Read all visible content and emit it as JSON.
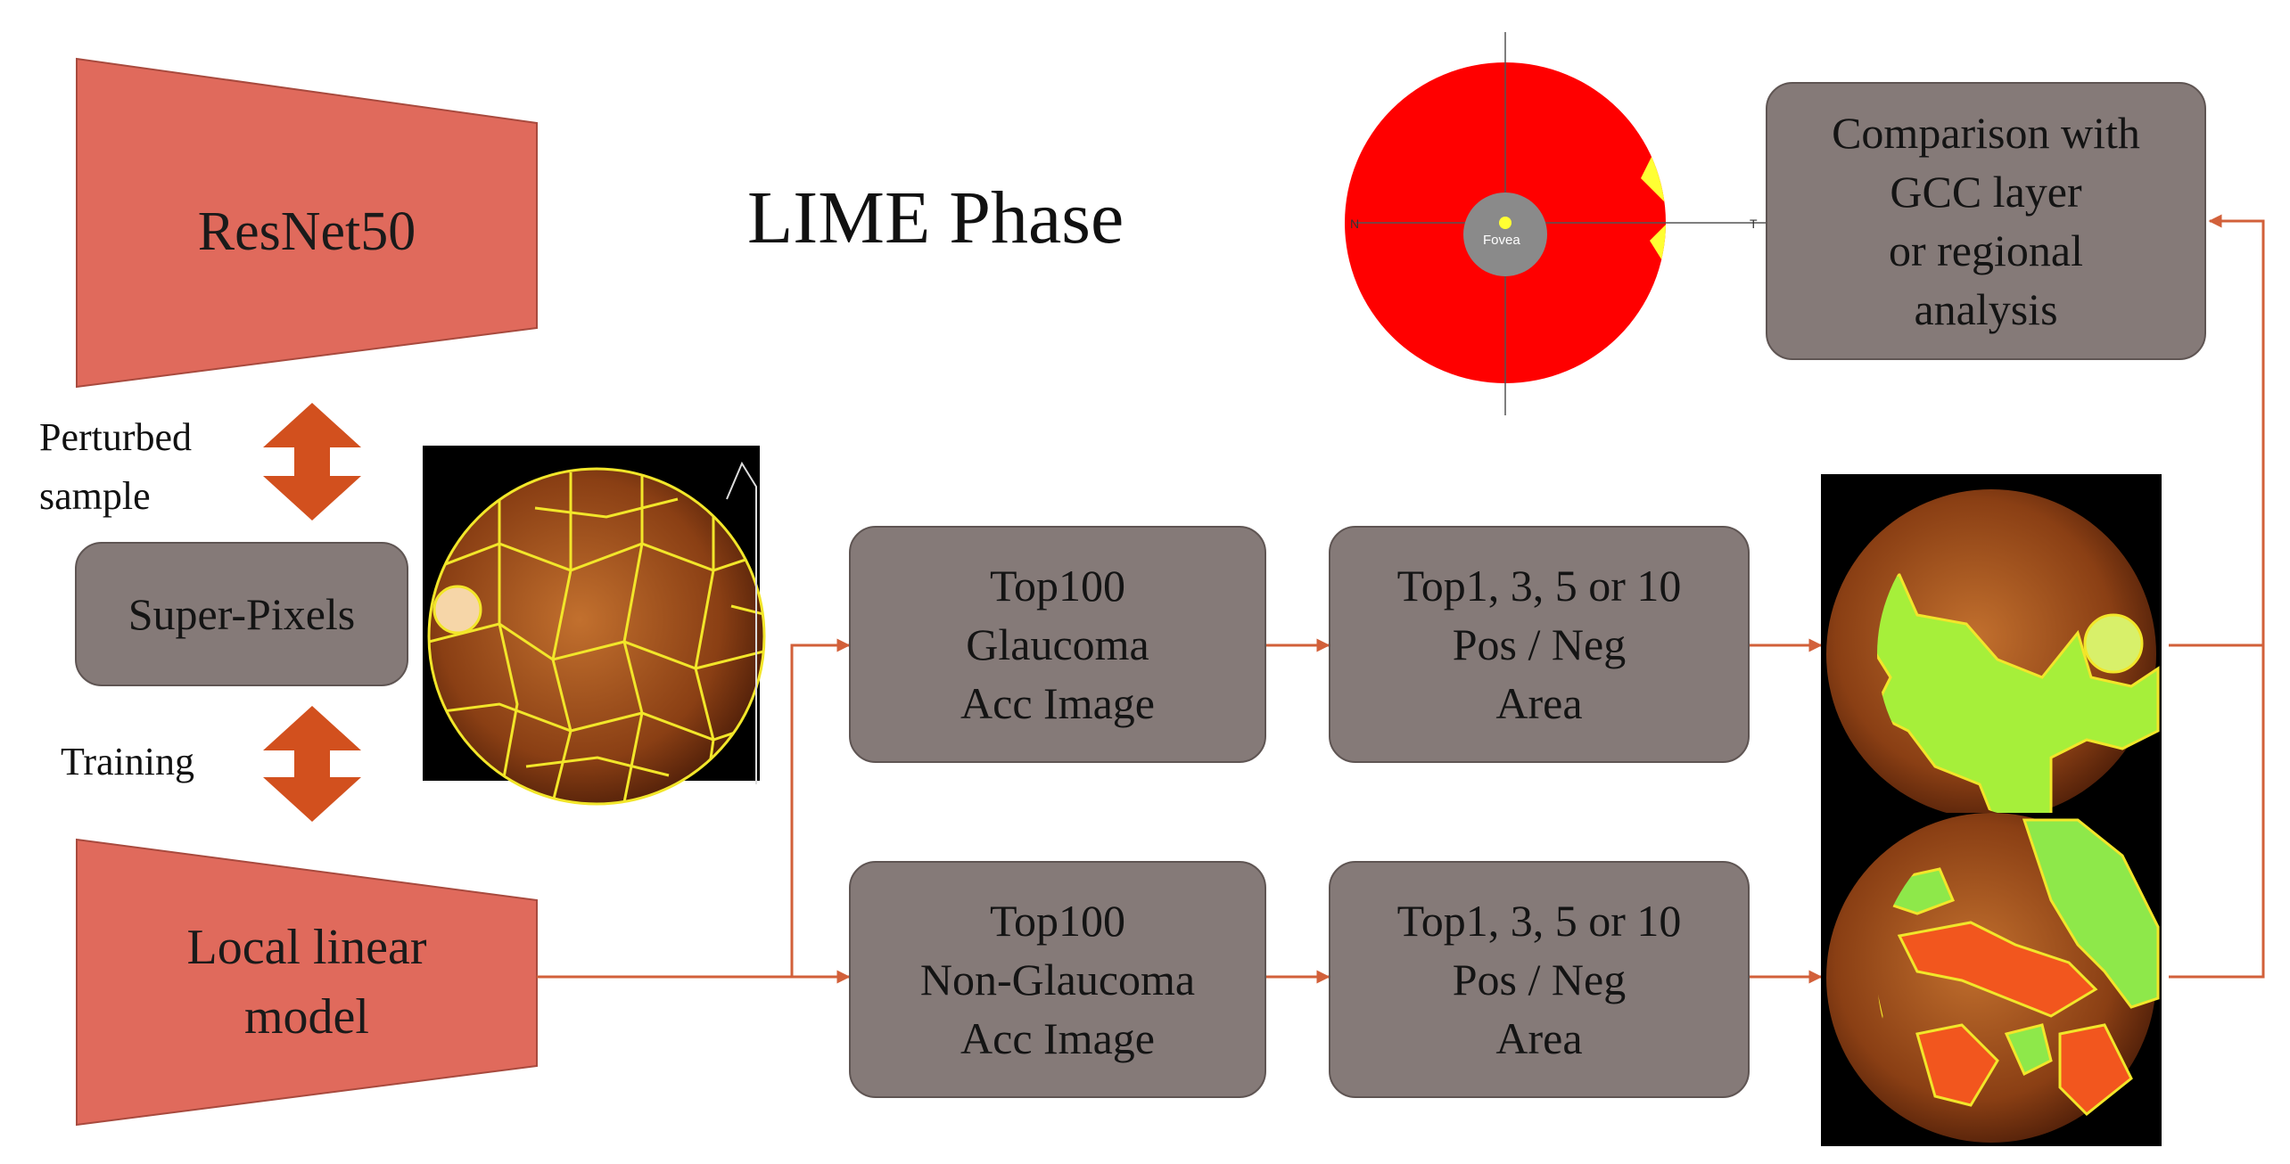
{
  "title": "LIME Phase",
  "resnet": {
    "label": "ResNet50"
  },
  "local_model": {
    "label": "Local linear\nmodel"
  },
  "superpixels": {
    "label": "Super-Pixels"
  },
  "perturbed": {
    "label": "Perturbed\nsample"
  },
  "training": {
    "label": "Training"
  },
  "glaucoma_box": {
    "label": "Top100\nGlaucoma\nAcc Image"
  },
  "non_glaucoma_box": {
    "label": "Top100\nNon-Glaucoma\nAcc Image"
  },
  "area_box_top": {
    "label": "Top1, 3, 5 or 10\nPos / Neg\nArea"
  },
  "area_box_bottom": {
    "label": "Top1, 3, 5 or 10\nPos / Neg\nArea"
  },
  "comparison_box": {
    "label": "Comparison with\nGCC layer\nor regional\nanalysis"
  },
  "gcc_map": {
    "n_label": "N",
    "t_label": "T",
    "fovea_label": "Fovea"
  },
  "colors": {
    "box_fill": "#857a78",
    "trapezoid_fill": "#e06a5c",
    "arrow": "#d2501e",
    "connector": "#d2603a",
    "map_red": "#ff0000",
    "map_yellow": "#ffff33",
    "map_green": "#33dd22"
  }
}
